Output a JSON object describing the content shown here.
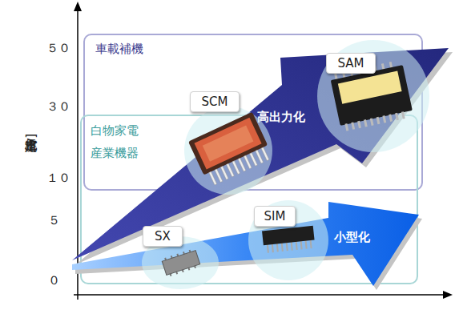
{
  "diagram": {
    "nodes": [
      {
        "text": [
          "車載補機"
        ]
      },
      {
        "text": [
          "SCM"
        ],
        "in": 0
      },
      {
        "text": [
          "SAM"
        ],
        "in": 0
      },
      {
        "text": [
          "高出力化"
        ]
      },
      {
        "text": [
          "白物家電 産業機器"
        ]
      },
      {
        "text": [
          "SX"
        ],
        "in": 4
      },
      {
        "text": [
          "SIM"
        ],
        "in": 4
      },
      {
        "text": [
          "小型化"
        ]
      }
    ],
    "labels": [
      "５０",
      "３０",
      "１０",
      "５",
      "０",
      "定格電流 [A]"
    ]
  }
}
